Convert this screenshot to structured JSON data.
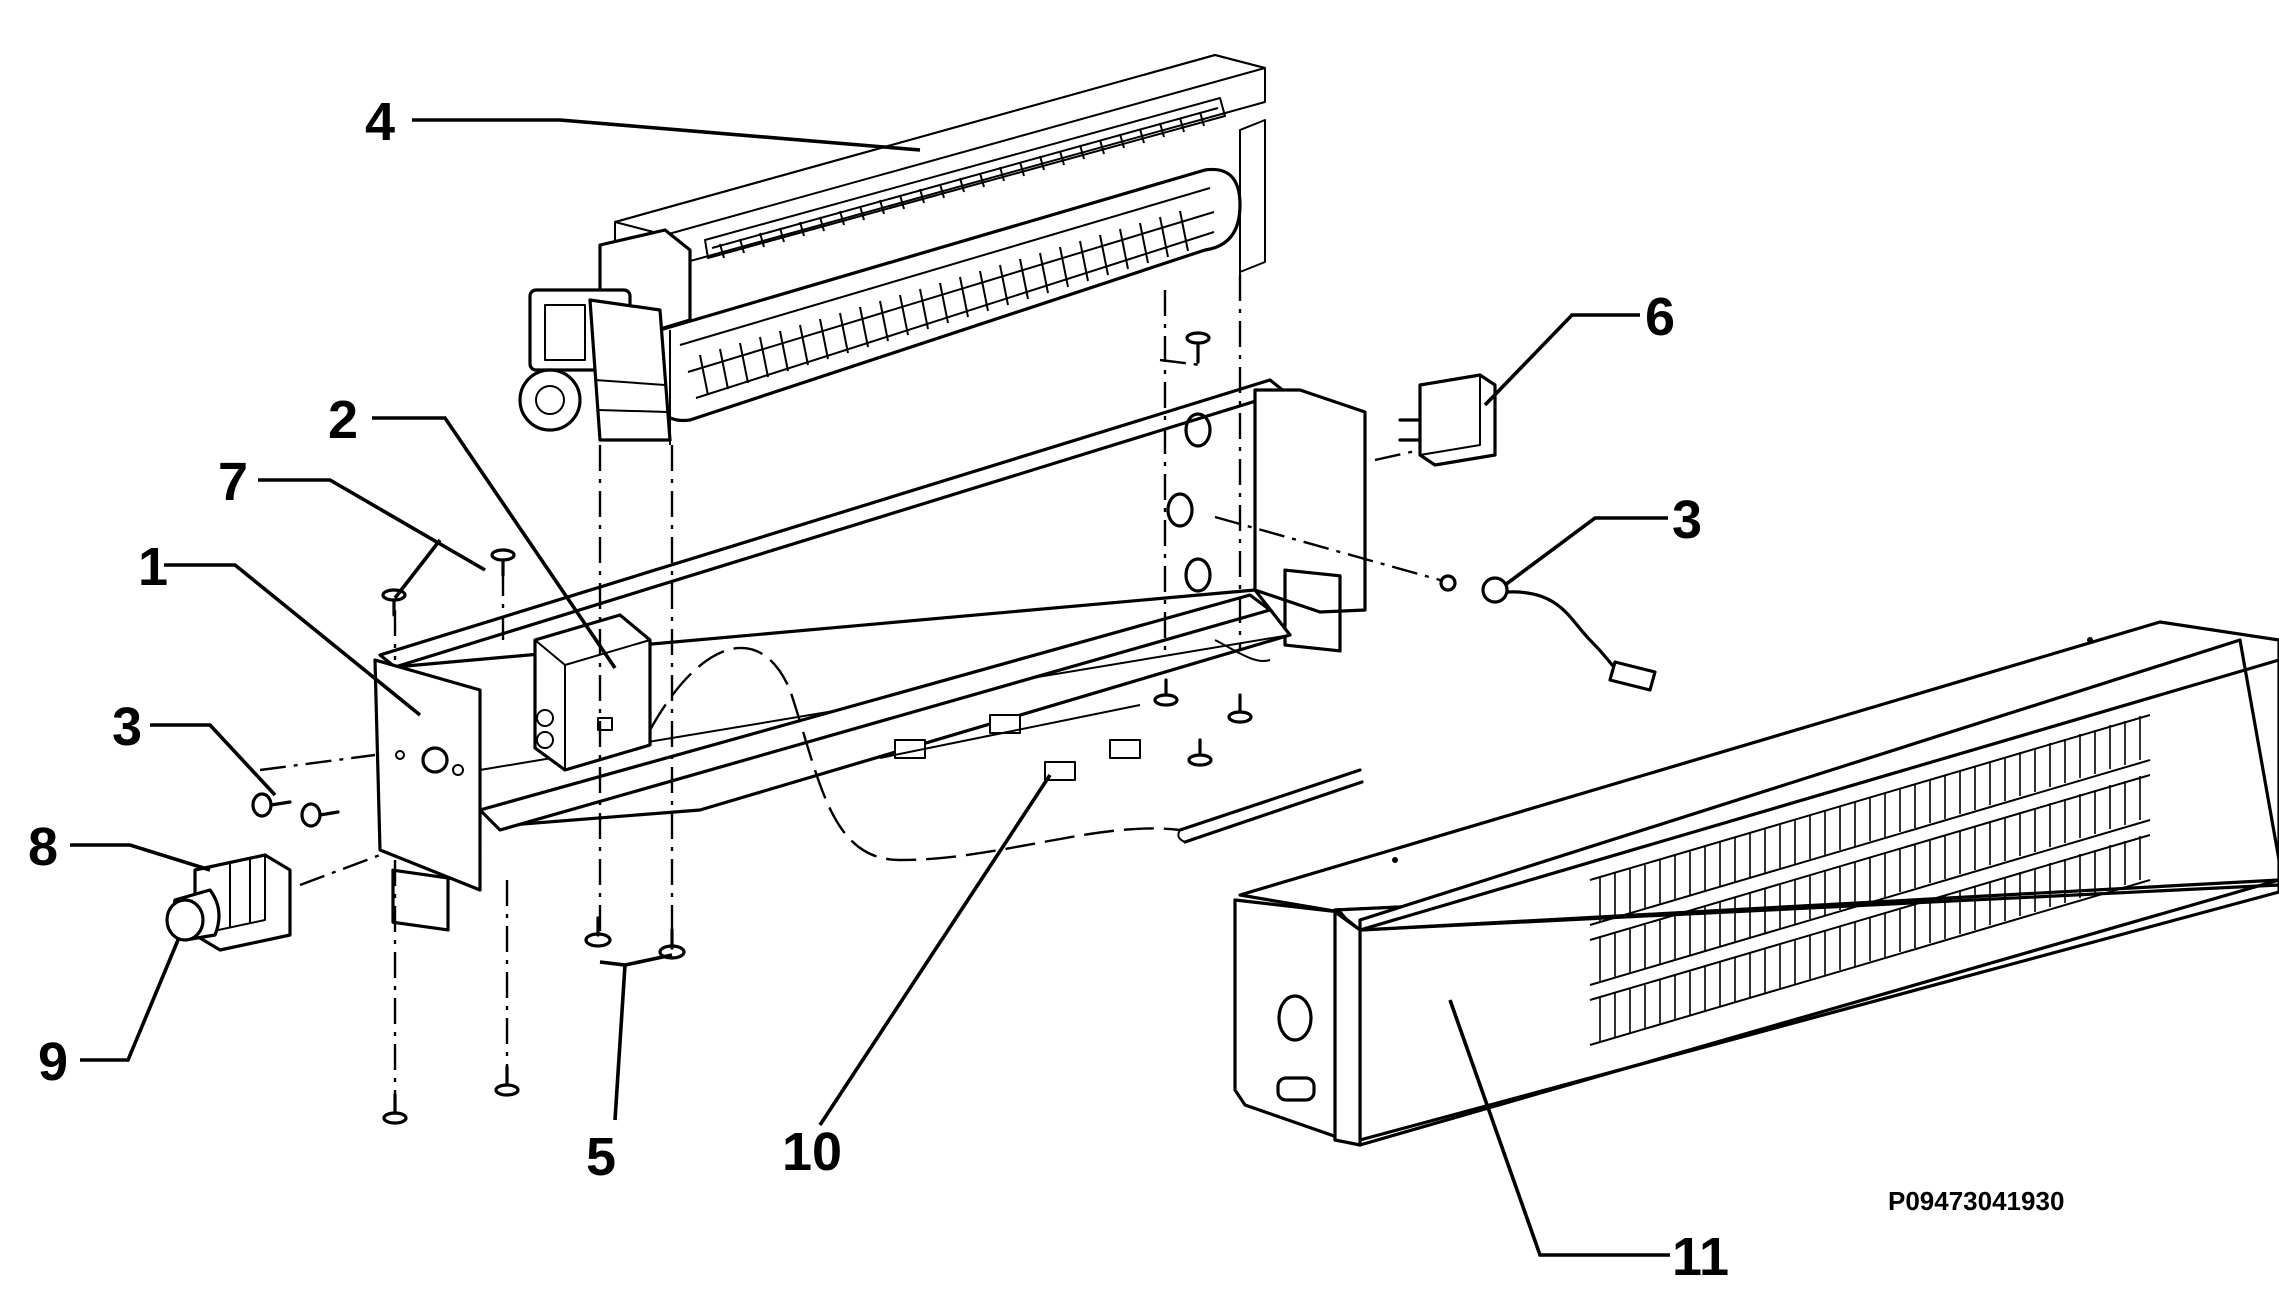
{
  "diagram": {
    "part_number": "P09473041930",
    "callouts": [
      {
        "id": "c1",
        "label": "1"
      },
      {
        "id": "c2",
        "label": "2"
      },
      {
        "id": "c3a",
        "label": "3"
      },
      {
        "id": "c3b",
        "label": "3"
      },
      {
        "id": "c4",
        "label": "4"
      },
      {
        "id": "c5",
        "label": "5"
      },
      {
        "id": "c6",
        "label": "6"
      },
      {
        "id": "c7",
        "label": "7"
      },
      {
        "id": "c8",
        "label": "8"
      },
      {
        "id": "c9",
        "label": "9"
      },
      {
        "id": "c10",
        "label": "10"
      },
      {
        "id": "c11",
        "label": "11"
      }
    ]
  }
}
